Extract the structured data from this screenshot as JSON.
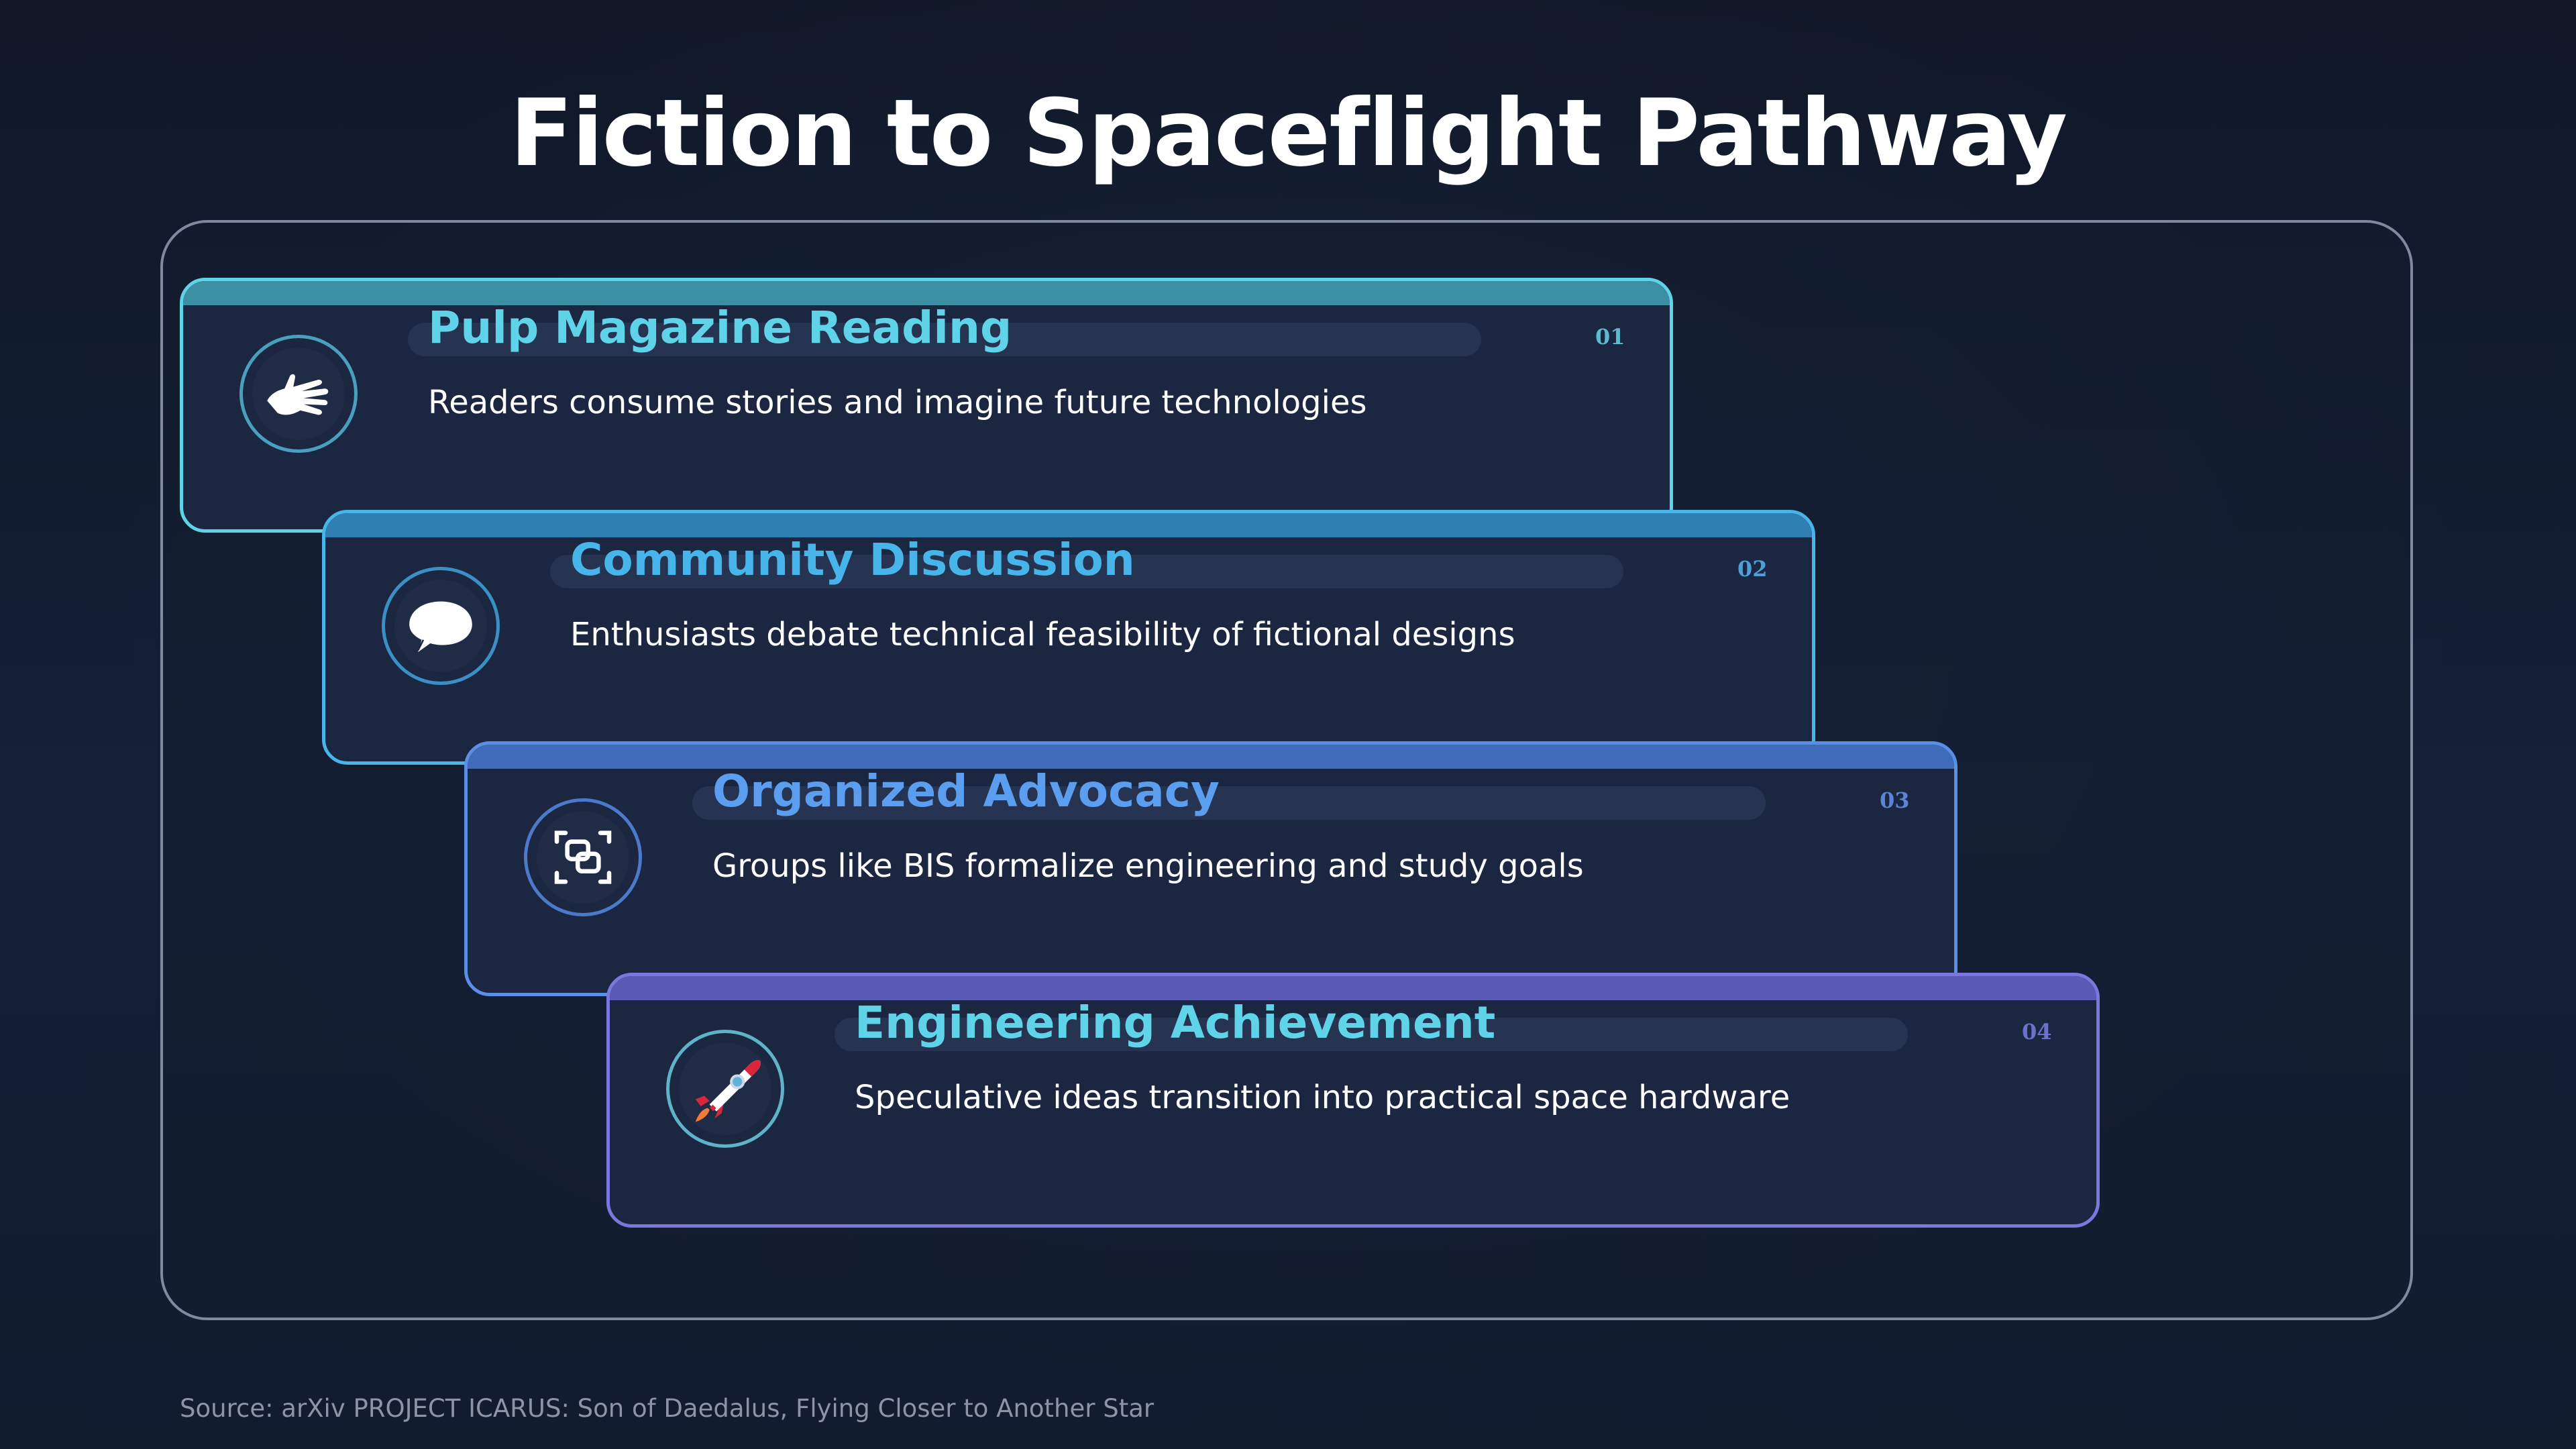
{
  "title": "Fiction to Spaceflight Pathway",
  "steps": [
    {
      "number": "01",
      "title": "Pulp Magazine Reading",
      "description": "Readers consume stories and imagine future technologies",
      "icon": "hand-icon",
      "accent": "#5fd3e8"
    },
    {
      "number": "02",
      "title": "Community Discussion",
      "description": "Enthusiasts debate technical feasibility of fictional designs",
      "icon": "speech-bubble-icon",
      "accent": "#47b4ea"
    },
    {
      "number": "03",
      "title": "Organized Advocacy",
      "description": "Groups like BIS formalize engineering and study goals",
      "icon": "grouped-squares-icon",
      "accent": "#5b8fe6"
    },
    {
      "number": "04",
      "title": "Engineering Achievement",
      "description": "Speculative ideas transition into practical space hardware",
      "icon": "rocket-icon",
      "accent": "#7a78de"
    }
  ],
  "source": "Source: arXiv PROJECT ICARUS: Son of Daedalus, Flying Closer to Another Star"
}
